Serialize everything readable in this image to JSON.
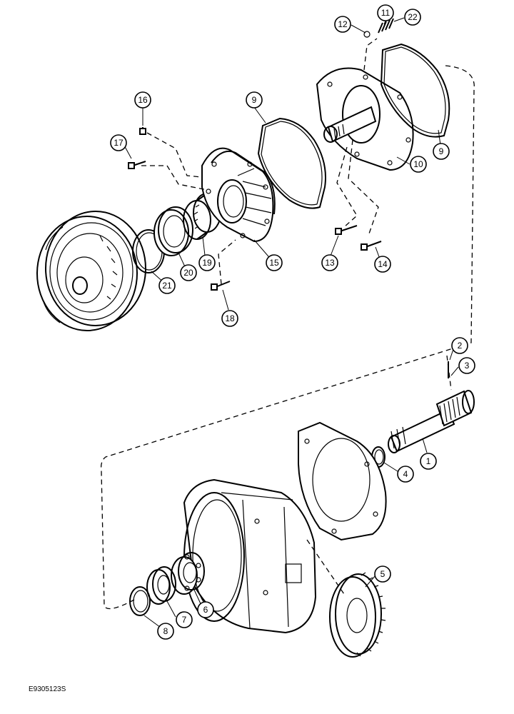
{
  "callouts": [
    {
      "id": "c11",
      "label": "11"
    },
    {
      "id": "c12",
      "label": "12"
    },
    {
      "id": "c22",
      "label": "22"
    },
    {
      "id": "c16",
      "label": "16"
    },
    {
      "id": "c9a",
      "label": "9"
    },
    {
      "id": "c17",
      "label": "17"
    },
    {
      "id": "c10",
      "label": "10"
    },
    {
      "id": "c9b",
      "label": "9"
    },
    {
      "id": "c21",
      "label": "21"
    },
    {
      "id": "c20",
      "label": "20"
    },
    {
      "id": "c19",
      "label": "19"
    },
    {
      "id": "c15",
      "label": "15"
    },
    {
      "id": "c13",
      "label": "13"
    },
    {
      "id": "c14",
      "label": "14"
    },
    {
      "id": "c18",
      "label": "18"
    },
    {
      "id": "c2",
      "label": "2"
    },
    {
      "id": "c3",
      "label": "3"
    },
    {
      "id": "c1",
      "label": "1"
    },
    {
      "id": "c4",
      "label": "4"
    },
    {
      "id": "c5",
      "label": "5"
    },
    {
      "id": "c6",
      "label": "6"
    },
    {
      "id": "c7",
      "label": "7"
    },
    {
      "id": "c8",
      "label": "8"
    }
  ],
  "figure_code": "E9305123S"
}
